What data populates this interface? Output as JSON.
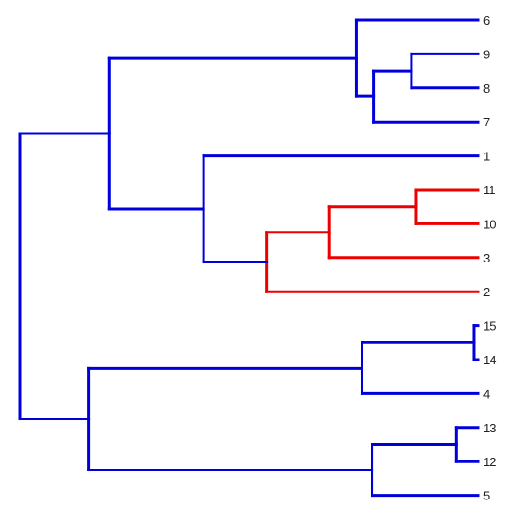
{
  "colors": {
    "background": "#ffffff",
    "default_branch": "#0000dd",
    "highlighted_branch": "#ee0000",
    "label": "#222222"
  },
  "leaves": [
    "6",
    "9",
    "8",
    "7",
    "1",
    "11",
    "10",
    "3",
    "2",
    "15",
    "14",
    "4",
    "13",
    "12",
    "5"
  ],
  "tree": {
    "h": 1.0,
    "c": "blue",
    "ch": [
      {
        "h": 0.805,
        "c": "blue",
        "ch": [
          {
            "h": 0.265,
            "c": "blue",
            "ch": [
              {
                "leaf": "6"
              },
              {
                "h": 0.227,
                "c": "blue",
                "ch": [
                  {
                    "h": 0.145,
                    "c": "blue",
                    "ch": [
                      {
                        "leaf": "9"
                      },
                      {
                        "leaf": "8"
                      }
                    ]
                  },
                  {
                    "leaf": "7"
                  }
                ]
              }
            ]
          },
          {
            "h": 0.599,
            "c": "blue",
            "ch": [
              {
                "leaf": "1"
              },
              {
                "h": 0.461,
                "c": "red",
                "ch": [
                  {
                    "h": 0.325,
                    "c": "red",
                    "ch": [
                      {
                        "h": 0.135,
                        "c": "red",
                        "ch": [
                          {
                            "leaf": "11"
                          },
                          {
                            "leaf": "10"
                          }
                        ]
                      },
                      {
                        "leaf": "3"
                      }
                    ]
                  },
                  {
                    "leaf": "2"
                  }
                ]
              }
            ]
          }
        ]
      },
      {
        "h": 0.85,
        "c": "blue",
        "ch": [
          {
            "h": 0.253,
            "c": "blue",
            "ch": [
              {
                "h": 0.008,
                "c": "blue",
                "ch": [
                  {
                    "leaf": "15"
                  },
                  {
                    "leaf": "14"
                  }
                ]
              },
              {
                "leaf": "4"
              }
            ]
          },
          {
            "h": 0.231,
            "c": "blue",
            "ch": [
              {
                "h": 0.047,
                "c": "blue",
                "ch": [
                  {
                    "leaf": "13"
                  },
                  {
                    "leaf": "12"
                  }
                ]
              },
              {
                "leaf": "5"
              }
            ]
          }
        ]
      }
    ]
  }
}
